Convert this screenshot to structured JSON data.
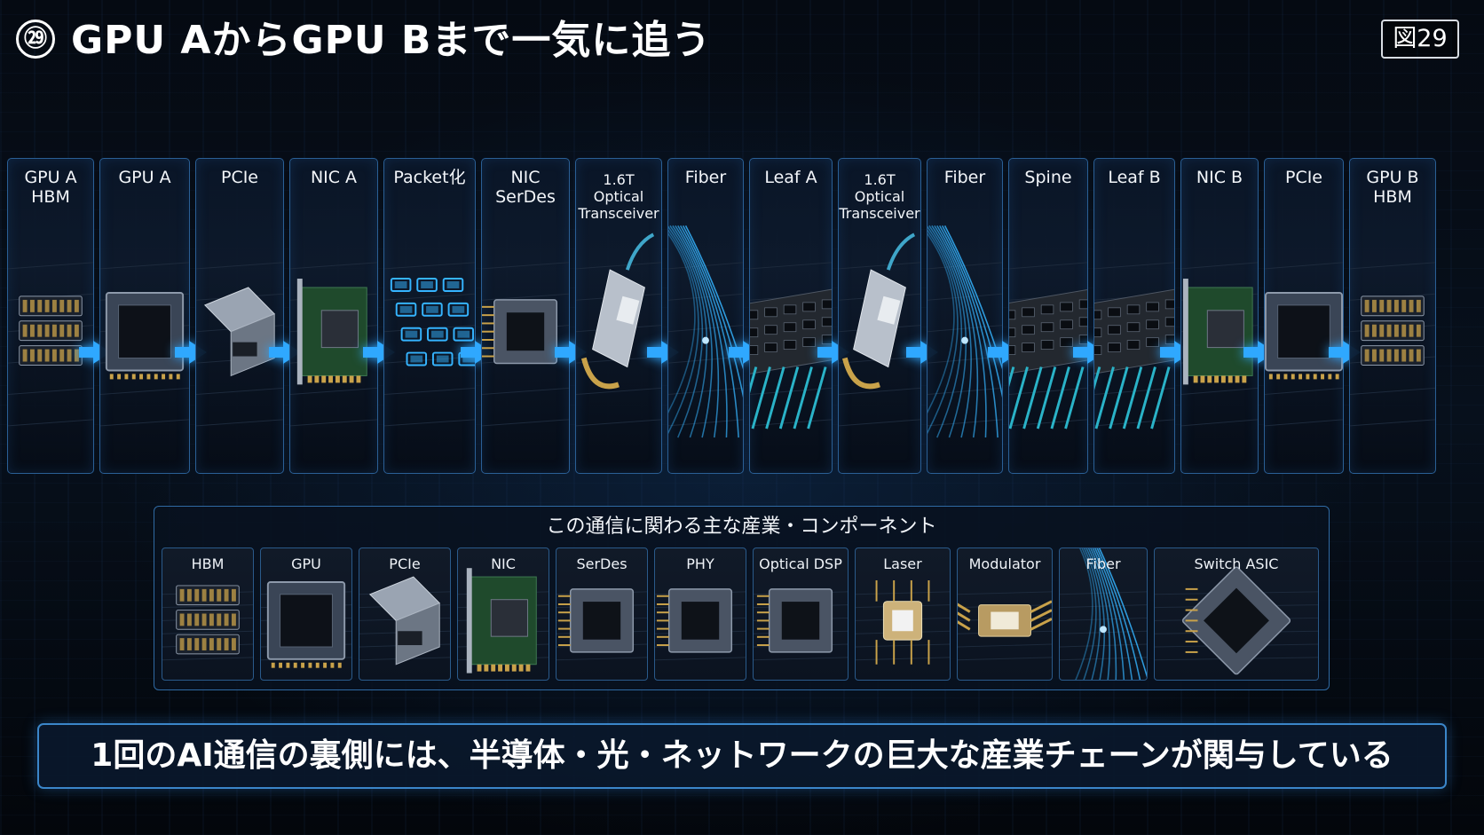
{
  "header": {
    "number": "㉙",
    "title": "GPU AからGPU Bまで一気に追う",
    "figure_badge": "図29"
  },
  "chain": {
    "stages": [
      {
        "label": "GPU A\nHBM",
        "icon": "hbm-icon"
      },
      {
        "label": "GPU A",
        "icon": "gpu-chip-icon"
      },
      {
        "label": "PCIe",
        "icon": "pcie-connector-icon"
      },
      {
        "label": "NIC A",
        "icon": "nic-card-icon"
      },
      {
        "label": "Packet化",
        "icon": "packet-icon"
      },
      {
        "label": "NIC\nSerDes",
        "icon": "serdes-chip-icon"
      },
      {
        "label": "1.6T\nOptical\nTransceiver",
        "icon": "optical-transceiver-icon"
      },
      {
        "label": "Fiber",
        "icon": "fiber-icon"
      },
      {
        "label": "Leaf A",
        "icon": "switch-icon"
      },
      {
        "label": "1.6T\nOptical\nTransceiver",
        "icon": "optical-transceiver-icon"
      },
      {
        "label": "Fiber",
        "icon": "fiber-icon"
      },
      {
        "label": "Spine",
        "icon": "switch-icon"
      },
      {
        "label": "Leaf B",
        "icon": "switch-icon"
      },
      {
        "label": "NIC B",
        "icon": "nic-card-icon"
      },
      {
        "label": "PCIe",
        "icon": "gpu-chip-icon"
      },
      {
        "label": "GPU B\nHBM",
        "icon": "hbm-icon"
      }
    ]
  },
  "components": {
    "title": "この通信に関わる主な産業・コンポーネント",
    "items": [
      {
        "label": "HBM",
        "icon": "hbm-icon"
      },
      {
        "label": "GPU",
        "icon": "gpu-chip-icon"
      },
      {
        "label": "PCIe",
        "icon": "pcie-connector-icon"
      },
      {
        "label": "NIC",
        "icon": "nic-card-icon"
      },
      {
        "label": "SerDes",
        "icon": "serdes-chip-icon"
      },
      {
        "label": "PHY",
        "icon": "phy-chip-icon"
      },
      {
        "label": "Optical DSP",
        "icon": "dsp-chip-icon"
      },
      {
        "label": "Laser",
        "icon": "laser-icon"
      },
      {
        "label": "Modulator",
        "icon": "modulator-icon"
      },
      {
        "label": "Fiber",
        "icon": "fiber-icon"
      },
      {
        "label": "Switch ASIC",
        "icon": "switch-asic-icon"
      }
    ]
  },
  "banner": {
    "text": "1回のAI通信の裏側には、半導体・光・ネットワークの巨大な産業チェーンが関与している"
  },
  "colors": {
    "accent_blue": "#2fa8ff",
    "frame_blue": "#2a5f95",
    "background": "#04070d"
  }
}
